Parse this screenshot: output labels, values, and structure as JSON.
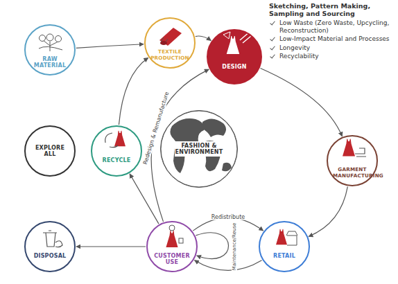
{
  "diagram": {
    "nodes": [
      {
        "text": [
          "RAW MATERIAL"
        ]
      },
      {
        "text": [
          "TEXTILE PRODUCTION"
        ]
      },
      {
        "text": [
          "DESIGN"
        ]
      },
      {
        "text": [
          "EXPLORE ALL"
        ]
      },
      {
        "text": [
          "RECYCLE"
        ]
      },
      {
        "text": [
          "FASHION & ENVIRONMENT"
        ]
      },
      {
        "text": [
          "GARMENT MANUFACTURING"
        ]
      },
      {
        "text": [
          "DISPOSAL"
        ]
      },
      {
        "text": [
          "CUSTOMER USE"
        ]
      },
      {
        "text": [
          "RETAIL"
        ]
      }
    ],
    "edges": [
      {
        "from": 0,
        "to": 1,
        "arrow": "to"
      },
      {
        "from": 1,
        "to": 2,
        "arrow": "to"
      },
      {
        "from": 2,
        "to": 6,
        "arrow": "to"
      },
      {
        "from": 6,
        "to": 9,
        "arrow": "to"
      },
      {
        "from": 9,
        "to": 8,
        "arrow": "to"
      },
      {
        "from": 8,
        "to": 7,
        "arrow": "to"
      },
      {
        "from": 8,
        "to": 4,
        "arrow": "to"
      },
      {
        "from": 4,
        "to": 1,
        "arrow": "to"
      },
      {
        "from": 8,
        "to": 2,
        "label": "Redesign & Remanufacture",
        "arrow": "to"
      },
      {
        "from": 8,
        "to": 9,
        "label": "Redistribute",
        "arrow": "to"
      },
      {
        "from": 8,
        "to": 8,
        "label": "Maintenance/Reuse",
        "arrow": "to"
      }
    ],
    "labels": [
      "Sketching, Pattern Making, Sampling and Sourcing",
      "Low Waste (Zero Waste, Upcycling, Reconstruction)",
      "Low-Impact Material and Processes",
      "Longevity",
      "Recyclability"
    ]
  }
}
